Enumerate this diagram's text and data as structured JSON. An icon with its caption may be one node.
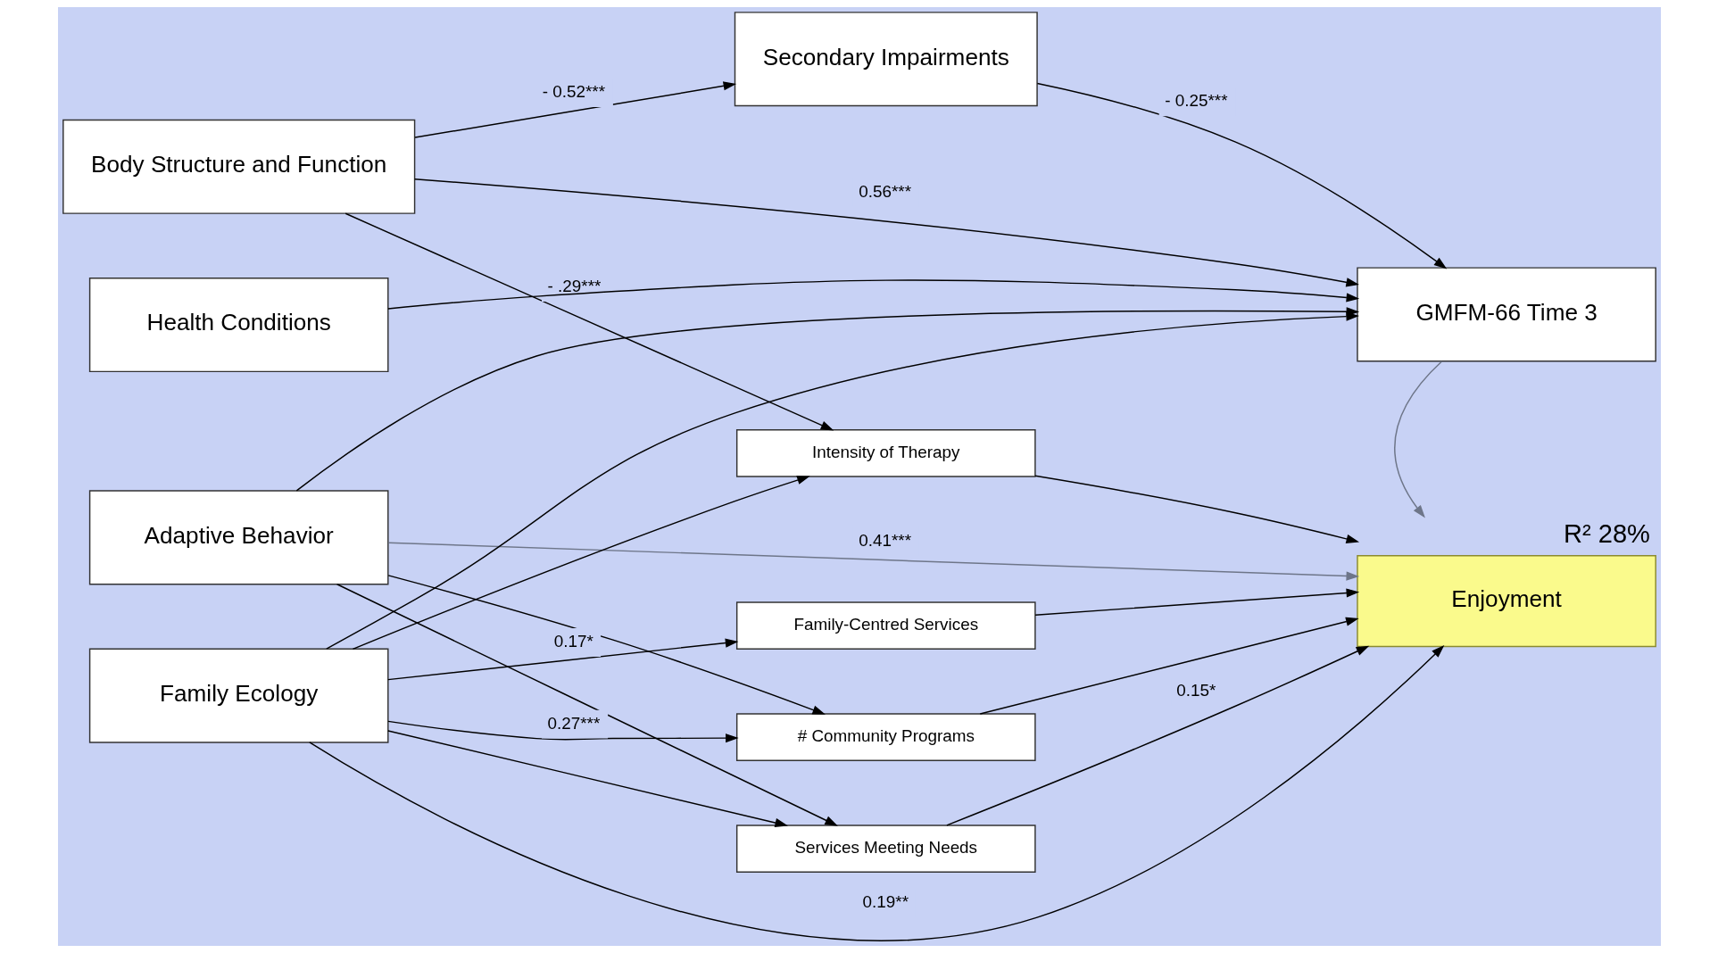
{
  "diagram": {
    "nodes": [
      {
        "text": [
          "Body Structure and Function"
        ]
      },
      {
        "text": [
          "Health Conditions"
        ]
      },
      {
        "text": [
          "Adaptive Behavior"
        ]
      },
      {
        "text": [
          "Family Ecology"
        ]
      },
      {
        "text": [
          "Secondary Impairments"
        ]
      },
      {
        "text": [
          "GMFM-66 Time 3"
        ]
      },
      {
        "text": [
          "Enjoyment"
        ],
        "beside": [
          "R² 28%"
        ]
      },
      {
        "text": [
          "Intensity of Therapy"
        ]
      },
      {
        "text": [
          "Family-Centred Services"
        ]
      },
      {
        "text": [
          "# Community Programs"
        ]
      },
      {
        "text": [
          "Services Meeting Needs"
        ]
      }
    ],
    "edges": [
      {
        "from": 0,
        "to": 4,
        "arrow": "to",
        "label": "- 0.52***"
      },
      {
        "from": 4,
        "to": 5,
        "arrow": "to",
        "label": "- 0.25***"
      },
      {
        "from": 0,
        "to": 5,
        "arrow": "to",
        "label": "0.56***"
      },
      {
        "from": 1,
        "to": 5,
        "arrow": "to"
      },
      {
        "from": 2,
        "to": 5,
        "arrow": "to"
      },
      {
        "from": 3,
        "to": 5,
        "arrow": "to"
      },
      {
        "from": 5,
        "to": 6,
        "arrow": "to",
        "color": "#6e7689"
      },
      {
        "from": 2,
        "to": 6,
        "arrow": "to",
        "label": "0.41***",
        "color": "#6e7689"
      },
      {
        "from": 3,
        "to": 6,
        "arrow": "to",
        "label": "0.19**"
      },
      {
        "from": 0,
        "to": 7,
        "arrow": "to",
        "label": "- .29***"
      },
      {
        "from": 2,
        "to": 9,
        "arrow": "to"
      },
      {
        "from": 2,
        "to": 10,
        "arrow": "to"
      },
      {
        "from": 3,
        "to": 7,
        "arrow": "to"
      },
      {
        "from": 3,
        "to": 8,
        "arrow": "to",
        "label": "0.17*"
      },
      {
        "from": 3,
        "to": 9,
        "arrow": "to",
        "label": "0.27***"
      },
      {
        "from": 3,
        "to": 10,
        "arrow": "to"
      },
      {
        "from": 7,
        "to": 6,
        "arrow": "to"
      },
      {
        "from": 8,
        "to": 6,
        "arrow": "to"
      },
      {
        "from": 9,
        "to": 6,
        "arrow": "to"
      },
      {
        "from": 10,
        "to": 6,
        "arrow": "to",
        "label": "0.15*"
      }
    ]
  }
}
